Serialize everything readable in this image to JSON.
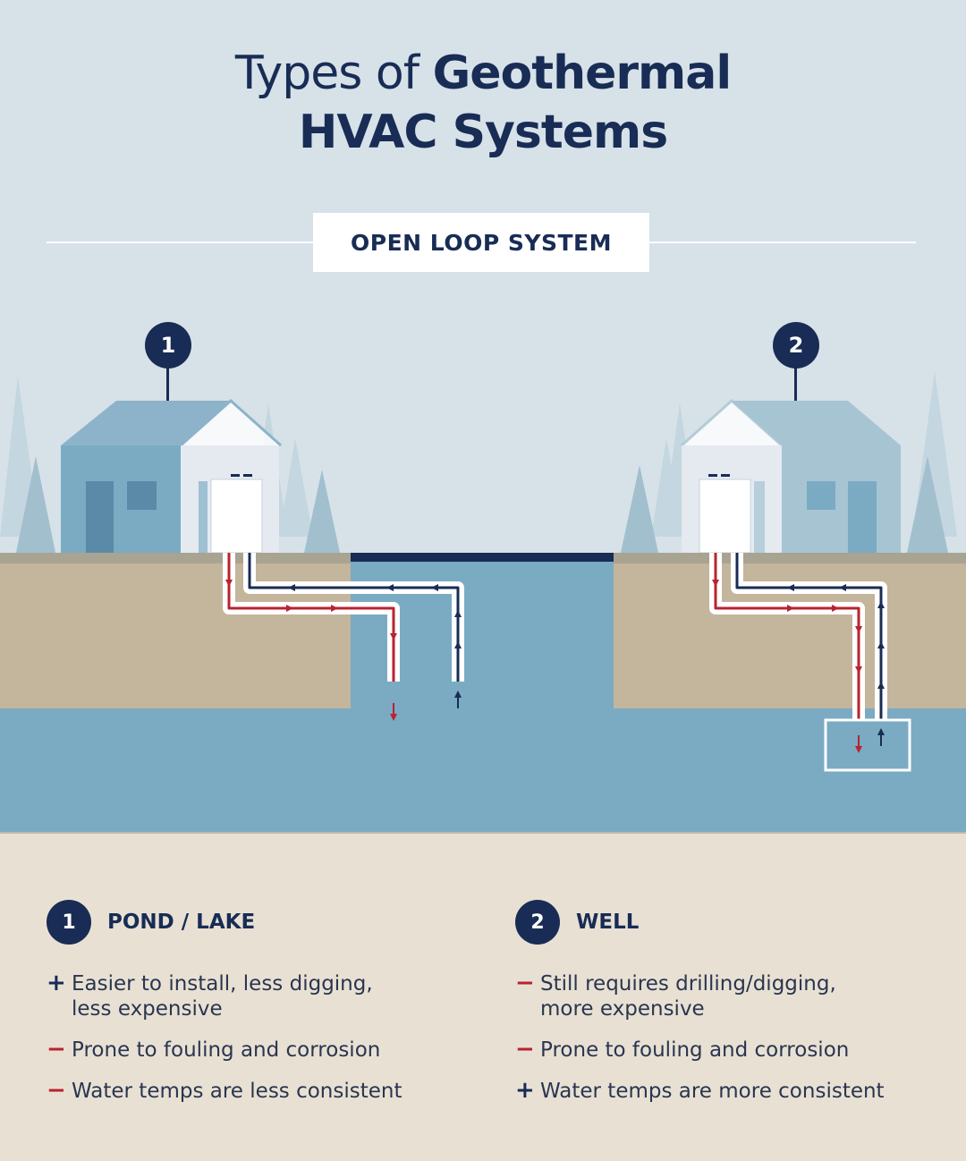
{
  "title": {
    "line1_light": "Types of",
    "line1_bold": "Geothermal",
    "line2": "HVAC Systems"
  },
  "section_label": "OPEN LOOP SYSTEM",
  "markers": [
    "1",
    "2"
  ],
  "colors": {
    "navy": "#182c55",
    "red": "#b8232f",
    "sky": "#d6e2e8",
    "soil": "#c4b59d",
    "water": "#7aabc3",
    "panel": "#e8e1d3"
  },
  "options": [
    {
      "number": "1",
      "title": "POND / LAKE",
      "items": [
        {
          "sign": "+",
          "text_line1": "Easier to install, less digging,",
          "text_line2": "less expensive"
        },
        {
          "sign": "−",
          "text_line1": "Prone to fouling and corrosion",
          "text_line2": ""
        },
        {
          "sign": "−",
          "text_line1": "Water temps are less consistent",
          "text_line2": ""
        }
      ]
    },
    {
      "number": "2",
      "title": "WELL",
      "items": [
        {
          "sign": "−",
          "text_line1": "Still requires drilling/digging,",
          "text_line2": "more expensive"
        },
        {
          "sign": "−",
          "text_line1": "Prone to fouling and corrosion",
          "text_line2": ""
        },
        {
          "sign": "+",
          "text_line1": "Water temps are more consistent",
          "text_line2": ""
        }
      ]
    }
  ]
}
